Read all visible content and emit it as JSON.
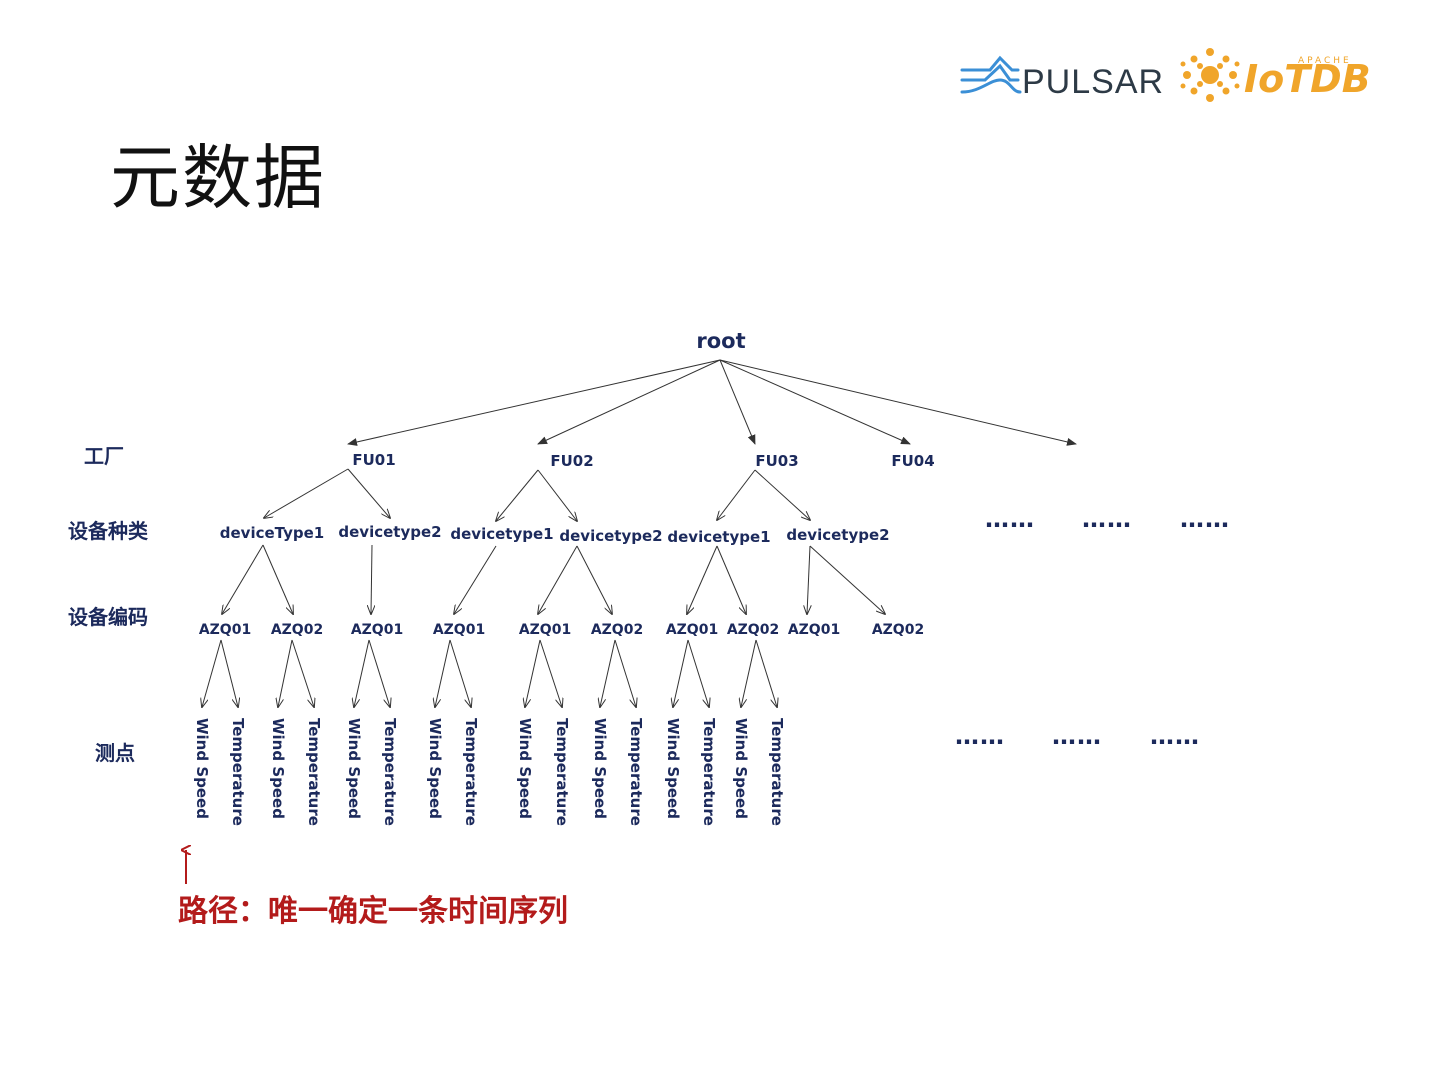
{
  "title": "元数据",
  "logos": {
    "pulsar": "PULSAR",
    "apache": "APACHE",
    "iotdb": "IoTDB"
  },
  "levels": [
    "工厂",
    "设备种类",
    "设备编码",
    "测点"
  ],
  "root": "root",
  "factories": [
    "FU01",
    "FU02",
    "FU03",
    "FU04"
  ],
  "device_types": [
    "deviceType1",
    "devicetype2",
    "devicetype1",
    "devicetype2",
    "devicetype1",
    "devicetype2"
  ],
  "device_codes": [
    "AZQ01",
    "AZQ02",
    "AZQ01",
    "AZQ01",
    "AZQ01",
    "AZQ02",
    "AZQ01",
    "AZQ02",
    "AZQ01",
    "AZQ02"
  ],
  "measurements": [
    "Wind Speed",
    "Temperature",
    "Wind Speed",
    "Temperature",
    "Wind Speed",
    "Temperature",
    "Wind Speed",
    "Temperature",
    "Wind Speed",
    "Temperature",
    "Wind Speed",
    "Temperature",
    "Wind Speed",
    "Temperature",
    "Wind Speed",
    "Temperature"
  ],
  "ellipsis": "……",
  "path_note": "路径：唯一确定一条时间序列",
  "colors": {
    "node": "#1c2a5c",
    "note": "#b31b1b",
    "iotdb": "#f0a52a",
    "pulsar_wave": "#3b8fd6"
  }
}
